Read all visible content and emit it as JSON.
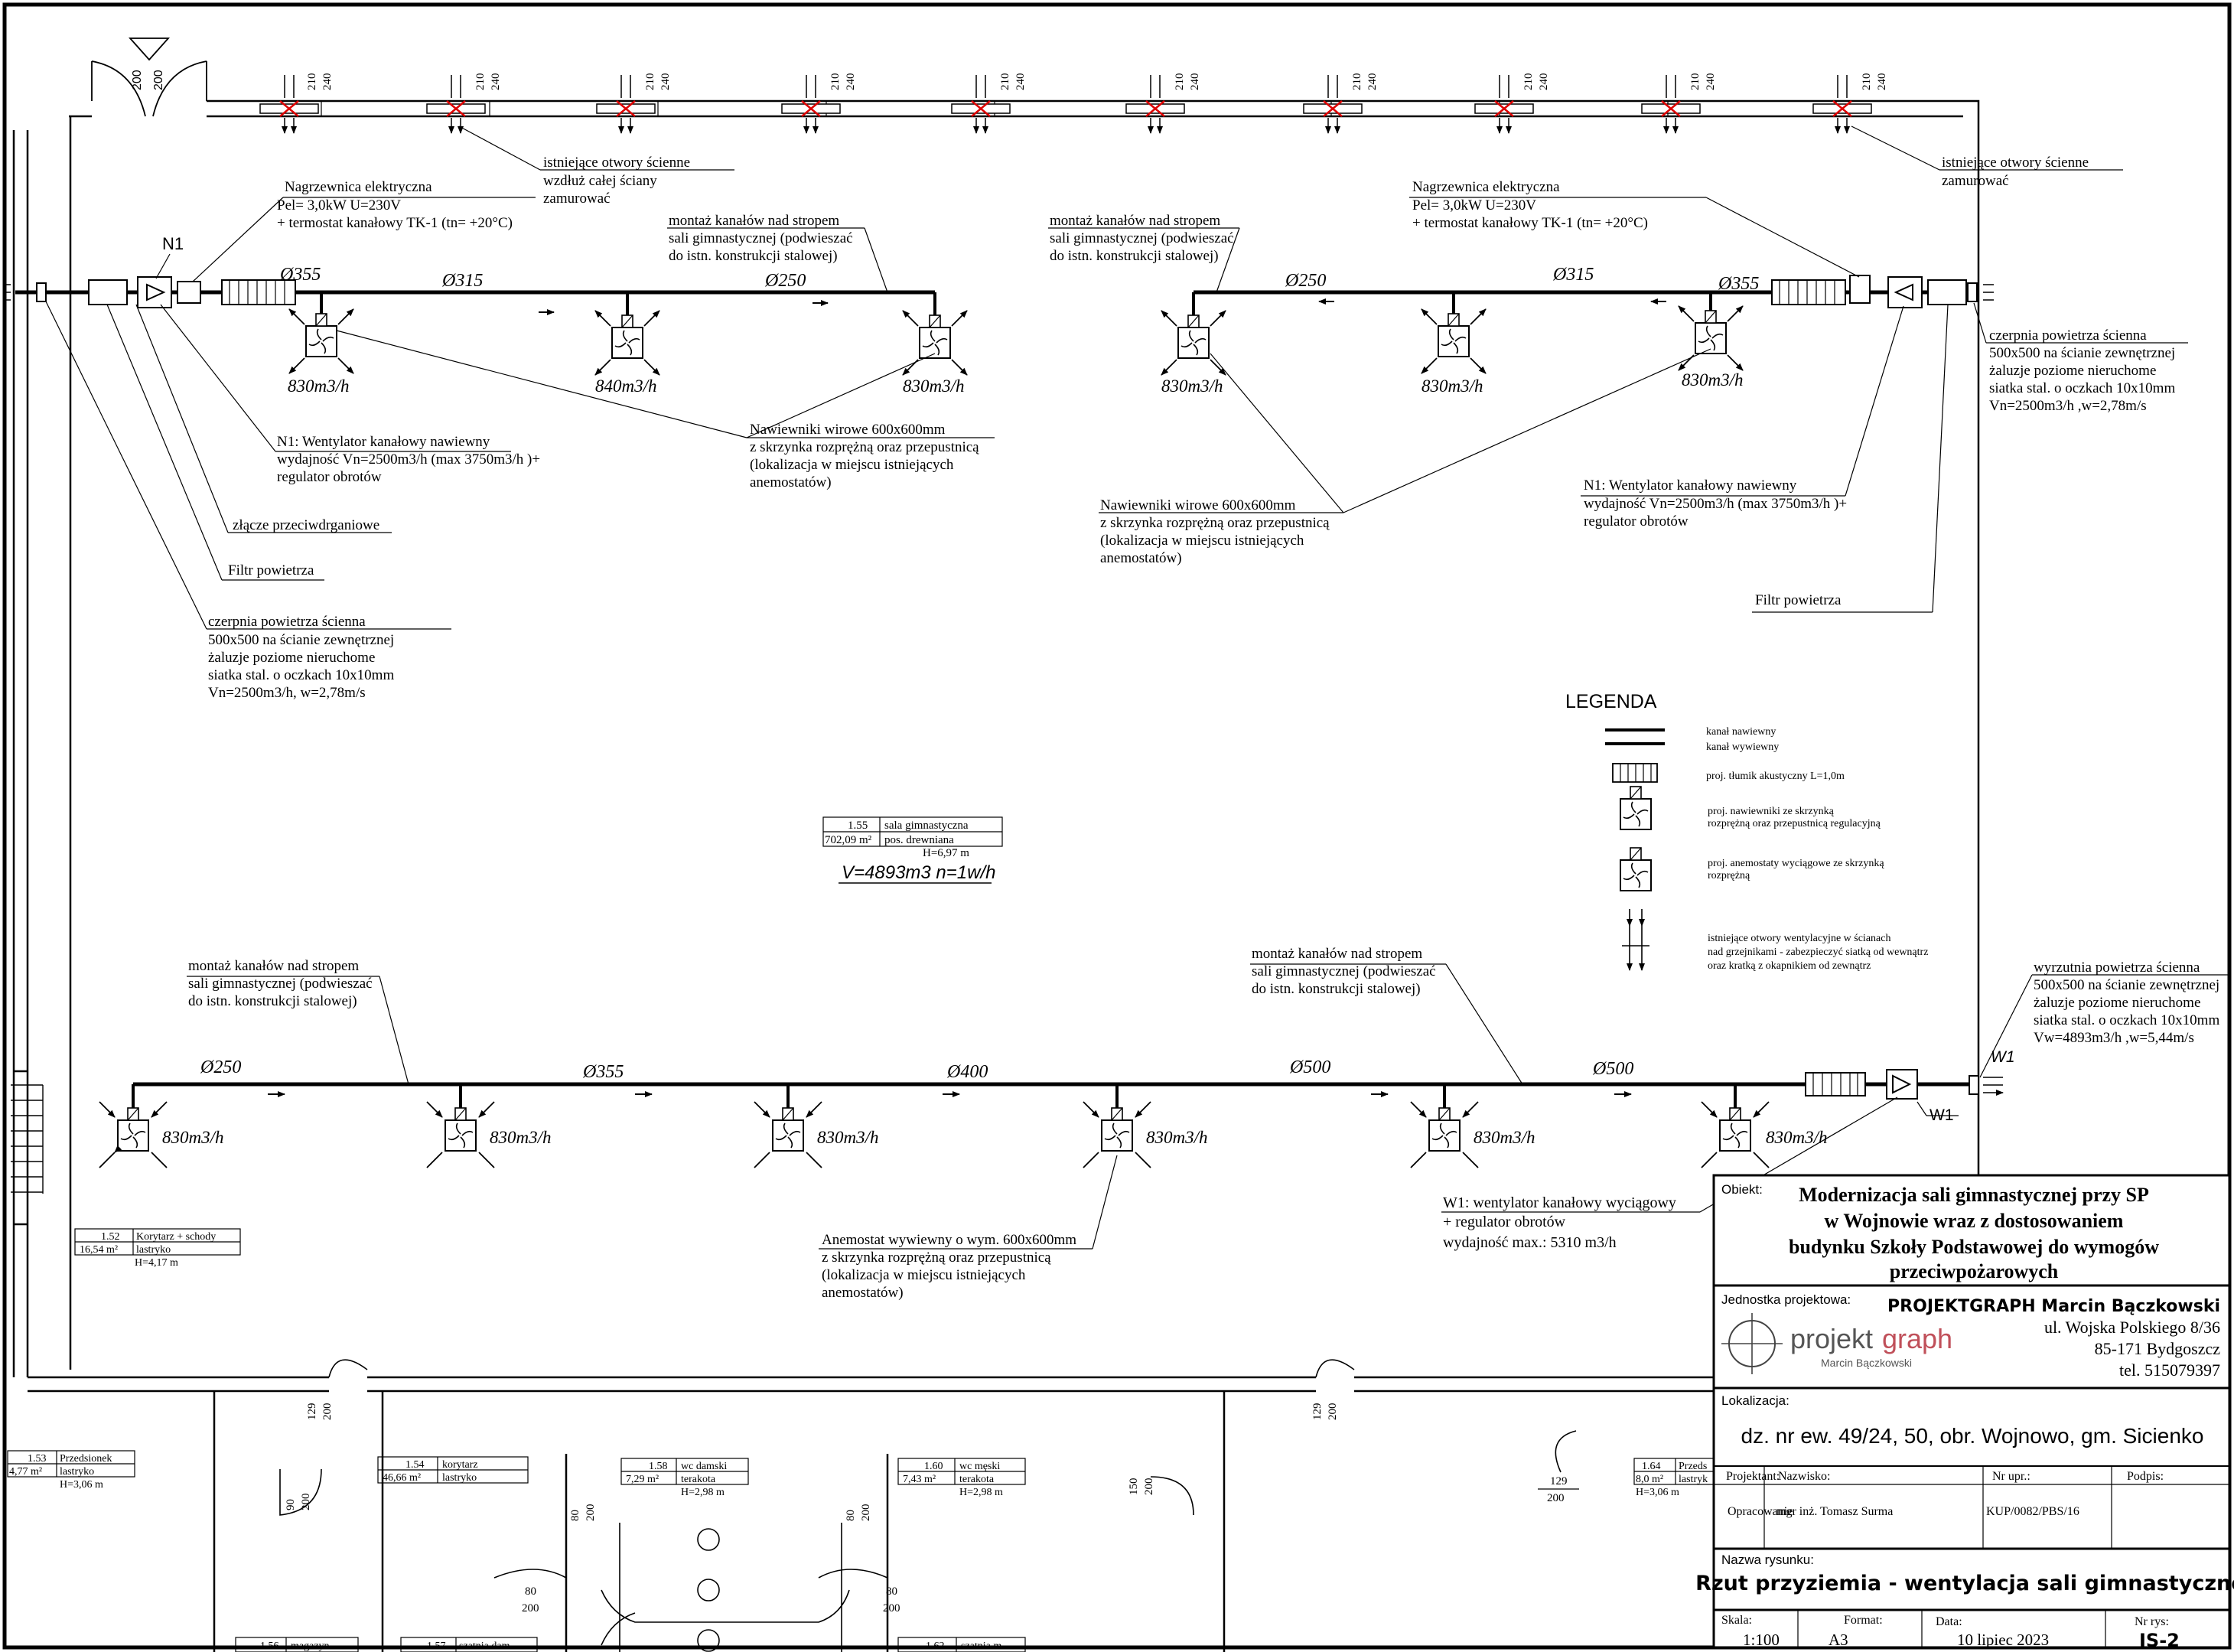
{
  "wall_notes": {
    "top_center": [
      "istniejące otwory ścienne",
      "wzdłuż całej ściany",
      "zamurować"
    ],
    "top_right": [
      "istniejące otwory ścienne",
      "zamurować"
    ]
  },
  "opening_dims": {
    "a": "210",
    "b": "240"
  },
  "door_dims": {
    "top_left_a": "200",
    "top_left_b": "200"
  },
  "supply_left": {
    "unit_label": "N1",
    "heater": [
      "Nagrzewnica elektryczna",
      "Pel= 3,0kW U=230V",
      "+ termostat kanałowy TK-1 (tn= +20°C)"
    ],
    "mount_note": [
      "montaż kanałów nad stropem",
      "sali gimnastycznej (podwieszać",
      "do istn. konstrukcji stalowej)"
    ],
    "diameters": [
      "Ø355",
      "Ø315",
      "Ø250"
    ],
    "flows": [
      "830m3/h",
      "840m3/h",
      "830m3/h"
    ],
    "diffuser_note": [
      "Nawiewniki wirowe  600x600mm",
      "z skrzynka rozprężną oraz przepustnicą",
      "(lokalizacja w miejscu istniejących",
      "anemostatów)"
    ],
    "fan_note": [
      "N1: Wentylator kanałowy nawiewny",
      "wydajność Vn=2500m3/h (max 3750m3/h )+",
      "regulator obrotów"
    ],
    "connector_note": "złącze przeciwdrganiowe",
    "filter_note": "Filtr powietrza",
    "intake_note": [
      "czerpnia powietrza ścienna",
      "500x500 na ścianie zewnętrznej",
      " żaluzje poziome nieruchome",
      "siatka stal. o oczkach 10x10mm",
      "Vn=2500m3/h, w=2,78m/s"
    ]
  },
  "supply_right": {
    "heater": [
      "Nagrzewnica elektryczna",
      "Pel= 3,0kW U=230V",
      "+ termostat kanałowy TK-1 (tn= +20°C)"
    ],
    "mount_note": [
      "montaż kanałów nad stropem",
      "sali gimnastycznej (podwieszać",
      "do istn. konstrukcji stalowej)"
    ],
    "diameters": [
      "Ø250",
      "Ø315",
      "Ø355"
    ],
    "flows": [
      "830m3/h",
      "830m3/h",
      "830m3/h"
    ],
    "intake_note": [
      "czerpnia powietrza ścienna",
      "500x500 na ścianie zewnętrznej",
      " żaluzje poziome nieruchome",
      "siatka stal. o oczkach 10x10mm",
      "Vn=2500m3/h ,w=2,78m/s"
    ],
    "diffuser_note": [
      "Nawiewniki wirowe  600x600mm",
      "z skrzynka rozprężną oraz przepustnicą",
      "(lokalizacja w miejscu istniejących",
      "anemostatów)"
    ],
    "fan_note": [
      "N1: Wentylator kanałowy nawiewny",
      "wydajność Vn=2500m3/h (max 3750m3/h )+",
      "regulator obrotów"
    ],
    "filter_note": "Filtr powietrza"
  },
  "legend": {
    "title": "LEGENDA",
    "items": [
      "kanał nawiewny",
      "kanał wywiewny",
      "proj. tłumik akustyczny L=1,0m",
      "proj. nawiewniki ze skrzynką",
      "rozprężną oraz przepustnicą regulacyjną",
      "proj. anemostaty wyciągowe ze skrzynką",
      "rozprężną",
      "istniejące otwory wentylacyjne w ścianach",
      "nad grzejnikami - zabezpieczyć siatką od wewnątrz",
      "oraz kratką z okapnikiem od zewnątrz"
    ]
  },
  "room_main": {
    "num": "1.55",
    "name": "sala gimnastyczna",
    "area": "702,09 m²",
    "floor": "pos. drewniana",
    "height": "H=6,97 m",
    "volume": "V=4893m3 n=1w/h"
  },
  "exhaust": {
    "mount_left": [
      "montaż kanałów nad stropem",
      "sali gimnastycznej (podwieszać",
      "do istn. konstrukcji stalowej)"
    ],
    "mount_right": [
      "montaż kanałów nad stropem",
      "sali gimnastycznej (podwieszać",
      "do istn. konstrukcji stalowej)"
    ],
    "diameters": [
      "Ø250",
      "Ø355",
      "Ø400",
      "Ø500",
      "Ø500"
    ],
    "flows": [
      "830m3/h",
      "830m3/h",
      "830m3/h",
      "830m3/h",
      "830m3/h",
      "830m3/h"
    ],
    "outlet_note": [
      "wyrzutnia powietrza ścienna",
      "500x500 na ścianie zewnętrznej",
      " żaluzje poziome nieruchome",
      "siatka stal. o oczkach 10x10mm",
      "Vw=4893m3/h ,w=5,44m/s"
    ],
    "fan_label": "W1",
    "fan_label2": "W1",
    "fan_note": [
      "W1: wentylator kanałowy wyciągowy",
      "+ regulator obrotów",
      "wydajność max.: 5310 m3/h"
    ],
    "anemostat_note": [
      "Anemostat wywiewny o wym. 600x600mm",
      "z skrzynka rozprężną oraz przepustnicą",
      "(lokalizacja w miejscu istniejących",
      "anemostatów)"
    ]
  },
  "rooms": [
    {
      "num": "1.52",
      "name": "Korytarz + schody",
      "area": "16,54 m²",
      "floor": "lastryko",
      "height": "H=4,17 m"
    },
    {
      "num": "1.53",
      "name": "Przedsionek",
      "area": "4,77 m²",
      "floor": "lastryko",
      "height": "H=3,06 m"
    },
    {
      "num": "1.54",
      "name": "korytarz",
      "area": "46,66 m²",
      "floor": "lastryko",
      "height": ""
    },
    {
      "num": "1.58",
      "name": "wc damski",
      "area": "7,29 m²",
      "floor": "terakota",
      "height": "H=2,98 m"
    },
    {
      "num": "1.60",
      "name": "wc męski",
      "area": "7,43 m²",
      "floor": "terakota",
      "height": "H=2,98 m"
    },
    {
      "num": "1.64",
      "name": "Przeds",
      "area": "8,0 m²",
      "floor": "lastryk",
      "height": "H=3,06 m"
    },
    {
      "num": "1.56",
      "name": "magazyn",
      "area": "",
      "floor": "",
      "height": ""
    },
    {
      "num": "1.57",
      "name": "szatnia dam.",
      "area": "",
      "floor": "",
      "height": ""
    },
    {
      "num": "1.62",
      "name": "szatnia m.",
      "area": "",
      "floor": "",
      "height": ""
    }
  ],
  "bottom_dims": {
    "d1a": "129",
    "d1b": "200",
    "d2a": "129",
    "d2b": "200",
    "d3a": "90",
    "d3b": "200",
    "d4a": "80",
    "d4b": "200",
    "d5a": "80",
    "d5b": "200",
    "d6a": "150",
    "d6b": "200",
    "d7a": "80",
    "d7b": "200",
    "d8a": "80",
    "d8b": "200",
    "d9a": "129",
    "d9b": "200"
  },
  "title_block": {
    "obiekt_label": "Obiekt:",
    "obiekt": [
      "Modernizacja sali gimnastycznej przy SP",
      "w Wojnowie wraz z dostosowaniem",
      "budynku Szkoły Podstawowej do wymogów",
      "przeciwpożarowych"
    ],
    "jednostka_label": "Jednostka projektowa:",
    "company": [
      "PROJEKTGRAPH Marcin Bączkowski",
      "ul. Wojska Polskiego 8/36",
      "85-171 Bydgoszcz",
      "tel. 515079397"
    ],
    "logo_word_a": "projekt",
    "logo_word_b": "graph",
    "logo_sub": "Marcin Bączkowski",
    "lokalizacja_label": "Lokalizacja:",
    "lokalizacja": "dz. nr ew.  49/24, 50, obr. Wojnowo, gm. Sicienko",
    "projektant_label": "Projektant:",
    "nazwisko_label": "Nazwisko:",
    "nrupr_label": "Nr upr.:",
    "podpis_label": "Podpis:",
    "role": "Opracowanie",
    "name": "mgr inż. Tomasz Surma",
    "license": "KUP/0082/PBS/16",
    "nazwa_label": "Nazwa rysunku:",
    "nazwa": "Rzut przyziemia - wentylacja sali gimnastycznej",
    "skala_label": "Skala:",
    "skala": "1:100",
    "format_label": "Format:",
    "format": "A3",
    "data_label": "Data:",
    "data": "10 lipiec 2023",
    "nrrys_label": "Nr rys:",
    "nrrys": "IS-2"
  }
}
